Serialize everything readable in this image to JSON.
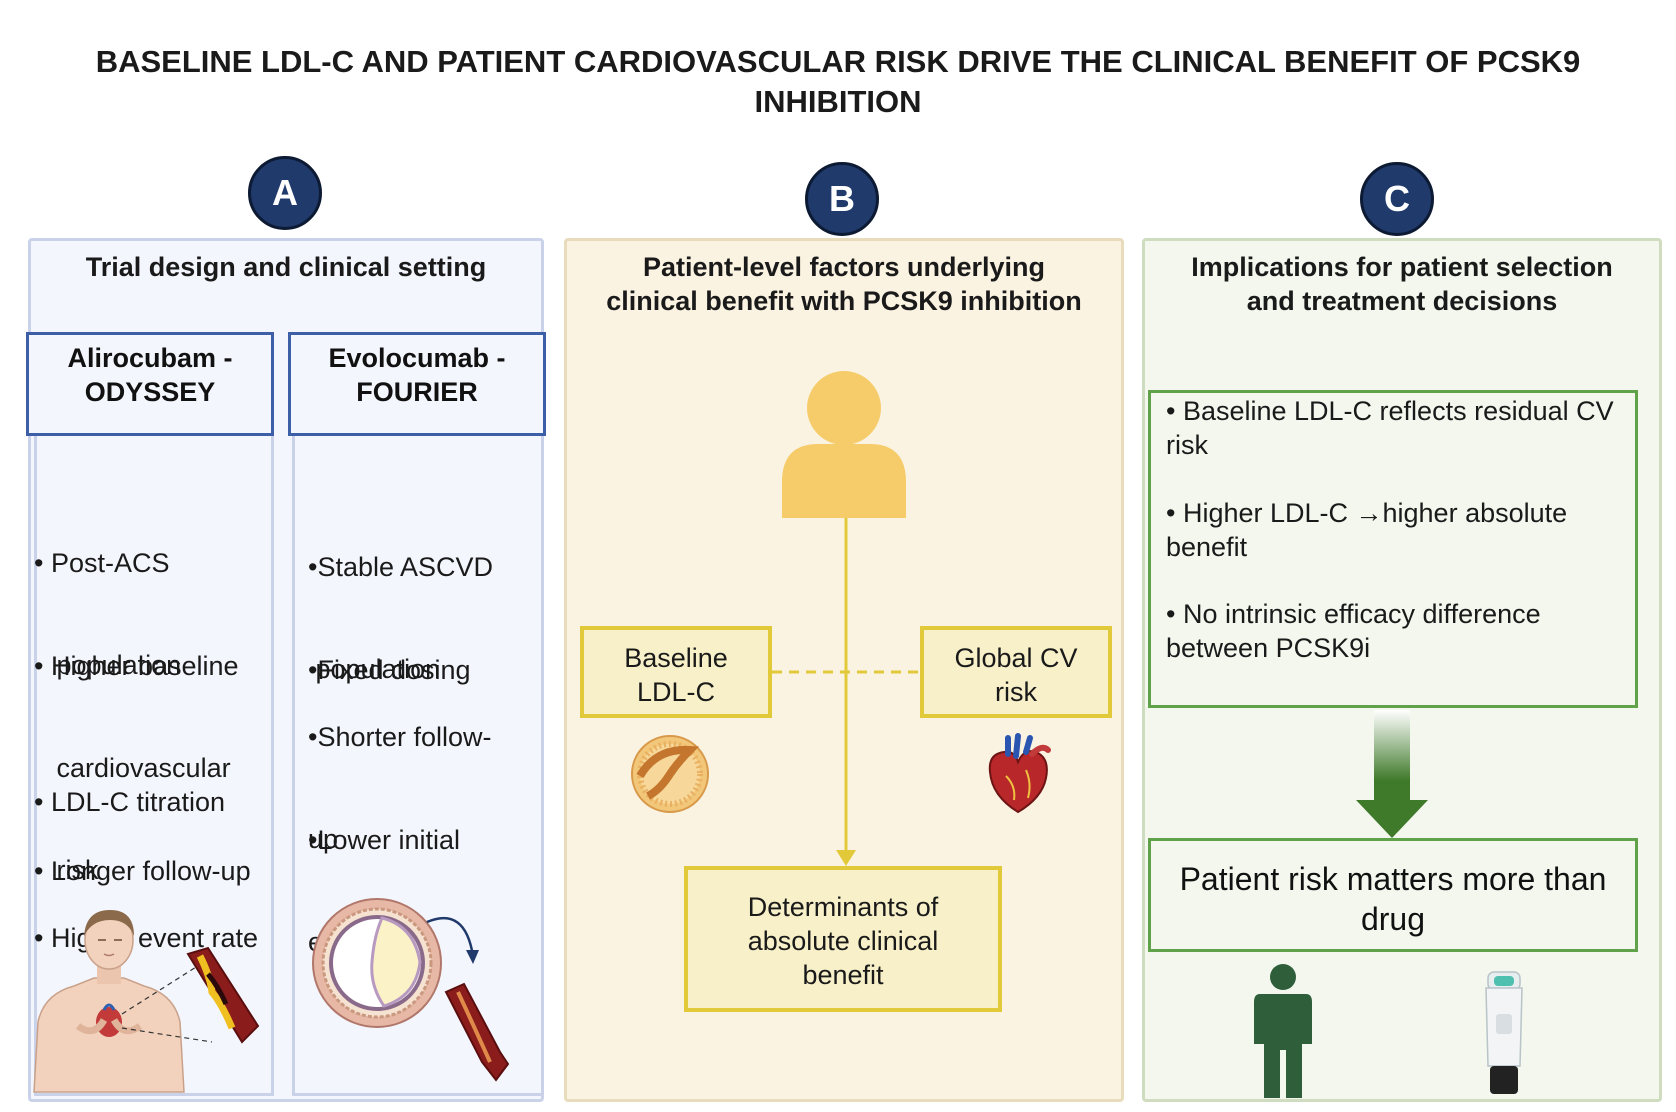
{
  "title": "BASELINE LDL-C AND PATIENT CARDIOVASCULAR RISK DRIVE THE CLINICAL BENEFIT OF PCSK9 INHIBITION",
  "panels": {
    "a": {
      "badge": "A",
      "heading": "Trial design and clinical setting",
      "left_trial": {
        "name_line1": "Alirocubam -",
        "name_line2": "ODYSSEY",
        "bullets": [
          [
            "• Post-ACS",
            "   population"
          ],
          [
            "• Higher baseline",
            "   cardiovascular",
            "   risk"
          ],
          [
            "• LDL-C titration"
          ],
          [
            "• Longer follow-up"
          ],
          [
            "• Higher event rate"
          ]
        ]
      },
      "right_trial": {
        "name_line1": "Evolocumab -",
        "name_line2": "FOURIER",
        "bullets": [
          [
            "•Stable ASCVD",
            " population"
          ],
          [
            "•Fixed dosing"
          ],
          [
            "•Shorter follow-",
            "up"
          ],
          [
            "•Lower initial",
            "event rate"
          ]
        ]
      },
      "icons": [
        "human-chest-icon",
        "artery-plaque-icon",
        "artery-cross-section-icon",
        "blood-vessel-icon"
      ]
    },
    "b": {
      "badge": "B",
      "heading_line1": "Patient-level factors underlying",
      "heading_line2": "clinical benefit with PCSK9 inhibition",
      "factor_left_line1": "Baseline",
      "factor_left_line2": "LDL-C",
      "factor_right_line1": "Global CV",
      "factor_right_line2": "risk",
      "outcome_line1": "Determinants of",
      "outcome_line2": "absolute clinical",
      "outcome_line3": "benefit",
      "icons": [
        "person-icon",
        "lipoprotein-particle-icon",
        "heart-icon"
      ],
      "colors": {
        "accent": "#e2c93a",
        "person": "#f6cc6a"
      }
    },
    "c": {
      "badge": "C",
      "heading_line1": "Implications for patient selection",
      "heading_line2": "and treatment decisions",
      "bullets": [
        [
          "• Baseline LDL-C reflects residual CV",
          "risk"
        ],
        [
          "• Higher LDL-C →higher absolute",
          "benefit"
        ],
        [
          "• No intrinsic efficacy difference",
          "between PCSK9i"
        ]
      ],
      "conclusion_line1": "Patient risk matters more than",
      "conclusion_line2": "drug",
      "icons": [
        "arrow-down-icon",
        "patient-figure-icon",
        "injector-pen-icon"
      ],
      "colors": {
        "arrow": "#3f7a2a",
        "figure": "#2e5e3a"
      }
    }
  }
}
